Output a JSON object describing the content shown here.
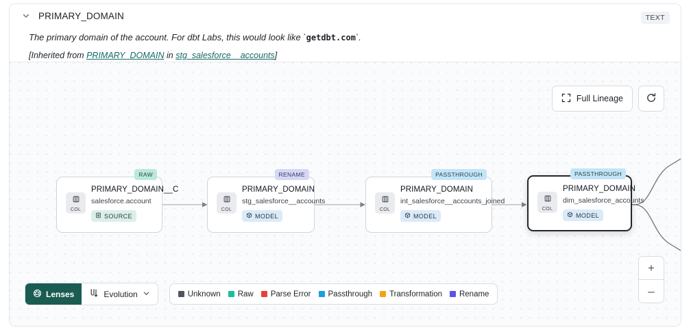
{
  "header": {
    "chevron_icon": "chevron-down-icon",
    "title": "PRIMARY_DOMAIN",
    "type_badge": "TEXT",
    "description_before": "The primary domain of the account. For dbt Labs, this would look like `",
    "description_code": "getdbt.com",
    "description_after": "`.",
    "inherited_prefix": "[Inherited from ",
    "inherited_link_1": "PRIMARY_DOMAIN",
    "inherited_middle": " in ",
    "inherited_link_2": "stg_salesforce__accounts",
    "inherited_suffix": "]",
    "link_color": "#136a66"
  },
  "toolbar": {
    "full_lineage_label": "Full Lineage",
    "full_lineage_icon": "expand-corners-icon",
    "refresh_icon": "refresh-icon"
  },
  "zoom_controls": {
    "zoom_in_label": "+",
    "zoom_out_label": "–"
  },
  "graph": {
    "nodes": [
      {
        "badge": "RAW",
        "badge_bg": "#b9e8dc",
        "badge_color": "#2c4a44",
        "chip_label": "COL",
        "chip_icon": "column-icon",
        "title": "PRIMARY_DOMAIN__C",
        "subtitle": "salesforce.account",
        "tag": "SOURCE",
        "tag_icon": "source-table-icon",
        "tag_bg": "#dbeeea",
        "tag_color": "#27403c",
        "selected": false
      },
      {
        "badge": "RENAME",
        "badge_bg": "#d5d7f5",
        "badge_color": "#343a63",
        "chip_label": "COL",
        "chip_icon": "column-icon",
        "title": "PRIMARY_DOMAIN",
        "subtitle": "stg_salesforce__accounts",
        "tag": "MODEL",
        "tag_icon": "cube-icon",
        "tag_bg": "#dbeaf7",
        "tag_color": "#26394a",
        "selected": false
      },
      {
        "badge": "PASSTHROUGH",
        "badge_bg": "#c2e5f7",
        "badge_color": "#27404f",
        "chip_label": "COL",
        "chip_icon": "column-icon",
        "title": "PRIMARY_DOMAIN",
        "subtitle": "int_salesforce__accounts_joined",
        "tag": "MODEL",
        "tag_icon": "cube-icon",
        "tag_bg": "#dbeaf7",
        "tag_color": "#26394a",
        "selected": false
      },
      {
        "badge": "PASSTHROUGH",
        "badge_bg": "#c2e5f7",
        "badge_color": "#27404f",
        "chip_label": "COL",
        "chip_icon": "column-icon",
        "title": "PRIMARY_DOMAIN",
        "subtitle": "dim_salesforce_accounts",
        "tag": "MODEL",
        "tag_icon": "cube-icon",
        "tag_bg": "#dbeaf7",
        "tag_color": "#26394a",
        "selected": true
      }
    ]
  },
  "bottom_bar": {
    "lenses_label": "Lenses",
    "lenses_icon": "aperture-icon",
    "lenses_bg": "#1a5c52",
    "evolution_label": "Evolution",
    "evolution_icon": "evolution-flow-icon",
    "evolution_chevron_icon": "chevron-down-icon",
    "legend": [
      {
        "label": "Unknown",
        "color": "#4e5661"
      },
      {
        "label": "Raw",
        "color": "#16bfa0"
      },
      {
        "label": "Parse Error",
        "color": "#e8413c"
      },
      {
        "label": "Passthrough",
        "color": "#1b9ee0"
      },
      {
        "label": "Transformation",
        "color": "#f2a417"
      },
      {
        "label": "Rename",
        "color": "#5b54e8"
      }
    ]
  }
}
